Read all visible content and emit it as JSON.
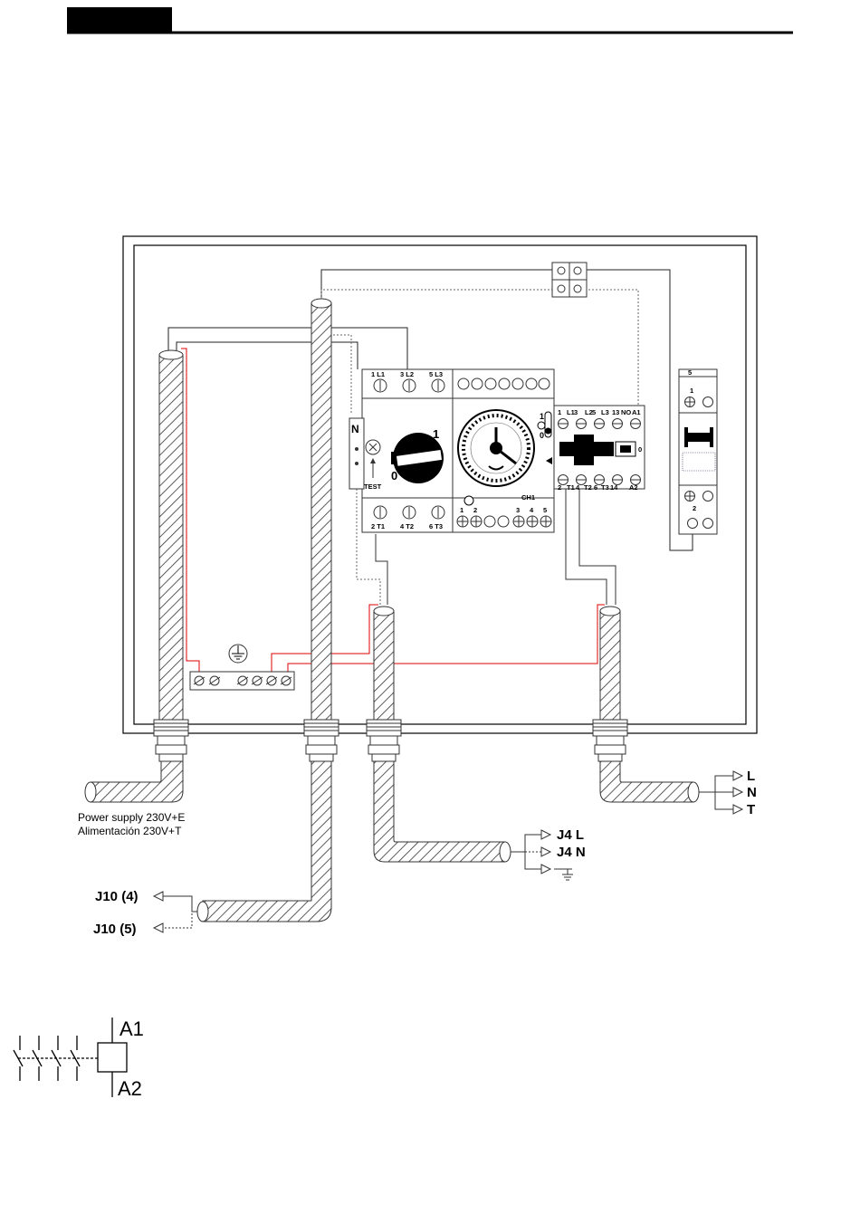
{
  "supply": {
    "line1": "Power supply 230V+E",
    "line2": "Alimentación 230V+T"
  },
  "outputs": {
    "j4_l": "J4 L",
    "j4_n": "J4 N",
    "j10_4": "J10 (4)",
    "j10_5": "J10 (5)"
  },
  "lnt": {
    "l": "L",
    "n": "N",
    "t": "T"
  },
  "breaker": {
    "top": [
      "1 L1",
      "3 L2",
      "5 L3"
    ],
    "bottom": [
      "2 T1",
      "4 T2",
      "6 T3"
    ],
    "n": "N",
    "test": "TEST",
    "one": "1",
    "zero": "0"
  },
  "timer": {
    "one": "1",
    "zero": "0",
    "ch1": "CH1",
    "bottom_nums": [
      "1",
      "2",
      "3",
      "4",
      "5"
    ]
  },
  "contactor": {
    "top": [
      "1",
      "L1",
      "3",
      "L2",
      "5",
      "L3",
      "13",
      "NO",
      "A1"
    ],
    "bottom": [
      "2",
      "T1",
      "4",
      "T2",
      "6",
      "T3",
      "14",
      "A2"
    ],
    "one": "I",
    "zero": "0"
  },
  "relay": {
    "top": "5",
    "mid": "1",
    "bottom": "2"
  },
  "symbol": {
    "a1": "A1",
    "a2": "A2"
  }
}
